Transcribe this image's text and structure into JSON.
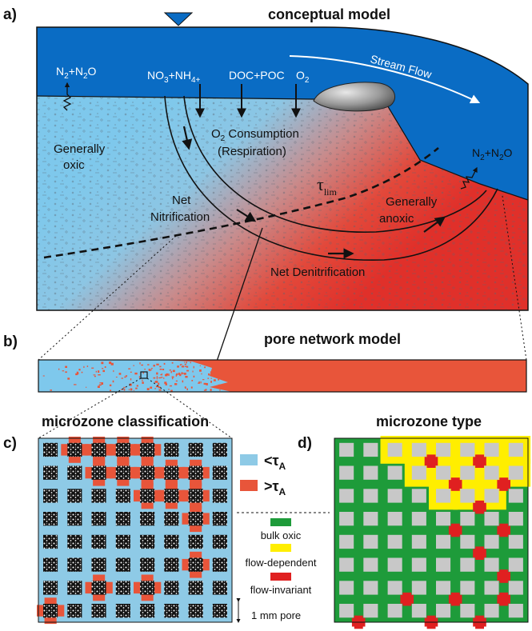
{
  "panels": {
    "a": {
      "letter": "a)",
      "title": "conceptual model",
      "labels": {
        "n2_left": "N",
        "n2_left_sub": "2",
        "n2o_left": "+N",
        "n2o_left_sub": "2",
        "n2o_left_end": "O",
        "nutrients": "NO",
        "nutrients_sub1": "3",
        "nutrients_mid": "+NH",
        "nutrients_sub2": "4+",
        "doc_poc": "DOC+POC",
        "o2": "O",
        "o2_sub": "2",
        "stream_flow": "Stream Flow",
        "o2_consumption": "O",
        "o2_consumption_sub": "2",
        "o2_consumption_rest": " Consumption",
        "respiration": "(Respiration)",
        "generally_oxic_1": "Generally",
        "generally_oxic_2": "oxic",
        "tau": "τ",
        "tau_sub": "lim",
        "n2_right": "N",
        "n2_right_sub": "2",
        "n2o_right": "+N",
        "n2o_right_sub": "2",
        "n2o_right_end": "O",
        "net_nitrification_1": "Net",
        "net_nitrification_2": "Nitrification",
        "generally_anoxic_1": "Generally",
        "generally_anoxic_2": "anoxic",
        "net_denitrification": "Net Denitrification"
      }
    },
    "b": {
      "letter": "b)",
      "title": "pore network model"
    },
    "c": {
      "letter": "c)",
      "title": "microzone classification"
    },
    "d": {
      "letter": "d)",
      "title": "microzone type"
    }
  },
  "legend_c": {
    "below": {
      "symbol": "<τ",
      "sub": "A",
      "color": "#8ecae6"
    },
    "above": {
      "symbol": ">τ",
      "sub": "A",
      "color": "#e8553a"
    }
  },
  "legend_d": {
    "items": [
      {
        "label": "bulk oxic",
        "color": "#1e9b3a"
      },
      {
        "label": "flow-dependent",
        "color": "#ffee00"
      },
      {
        "label": "flow-invariant",
        "color": "#e02020"
      }
    ],
    "scale_label": "1 mm pore"
  },
  "colors": {
    "water": "#0a6cc4",
    "oxic": "#7ec8ec",
    "anoxic": "#e23c2c",
    "text": "#111111"
  }
}
